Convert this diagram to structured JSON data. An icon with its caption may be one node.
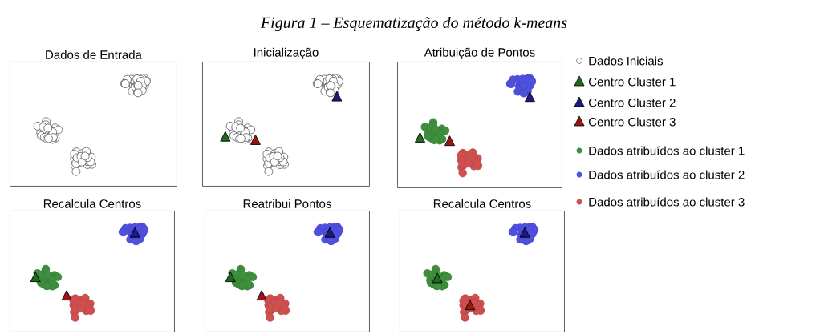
{
  "diagram": {
    "title": "Figura 1 – Esquematização do método k-means",
    "nodes": [
      {
        "text": [
          "Dados de Entrada"
        ]
      },
      {
        "text": [
          "Inicialização"
        ]
      },
      {
        "text": [
          "Atribuição de Pontos"
        ]
      },
      {
        "text": [
          "Recalcula Centros"
        ]
      },
      {
        "text": [
          "Reatribui Pontos"
        ]
      },
      {
        "text": [
          "Recalcula Centros"
        ]
      }
    ],
    "legend": [
      {
        "text": "Dados Iniciais",
        "color": "#ffffff"
      },
      {
        "text": "Centro Cluster 1",
        "color": "#1e6b1e"
      },
      {
        "text": "Centro Cluster 2",
        "color": "#1a1a80"
      },
      {
        "text": "Centro Cluster 3",
        "color": "#9a1515"
      },
      {
        "text": "Dados atribuídos ao cluster 1",
        "color": "#3f8f3f"
      },
      {
        "text": "Dados atribuídos ao cluster 2",
        "color": "#5050e0"
      },
      {
        "text": "Dados atribuídos ao cluster 3",
        "color": "#d05050"
      }
    ]
  }
}
